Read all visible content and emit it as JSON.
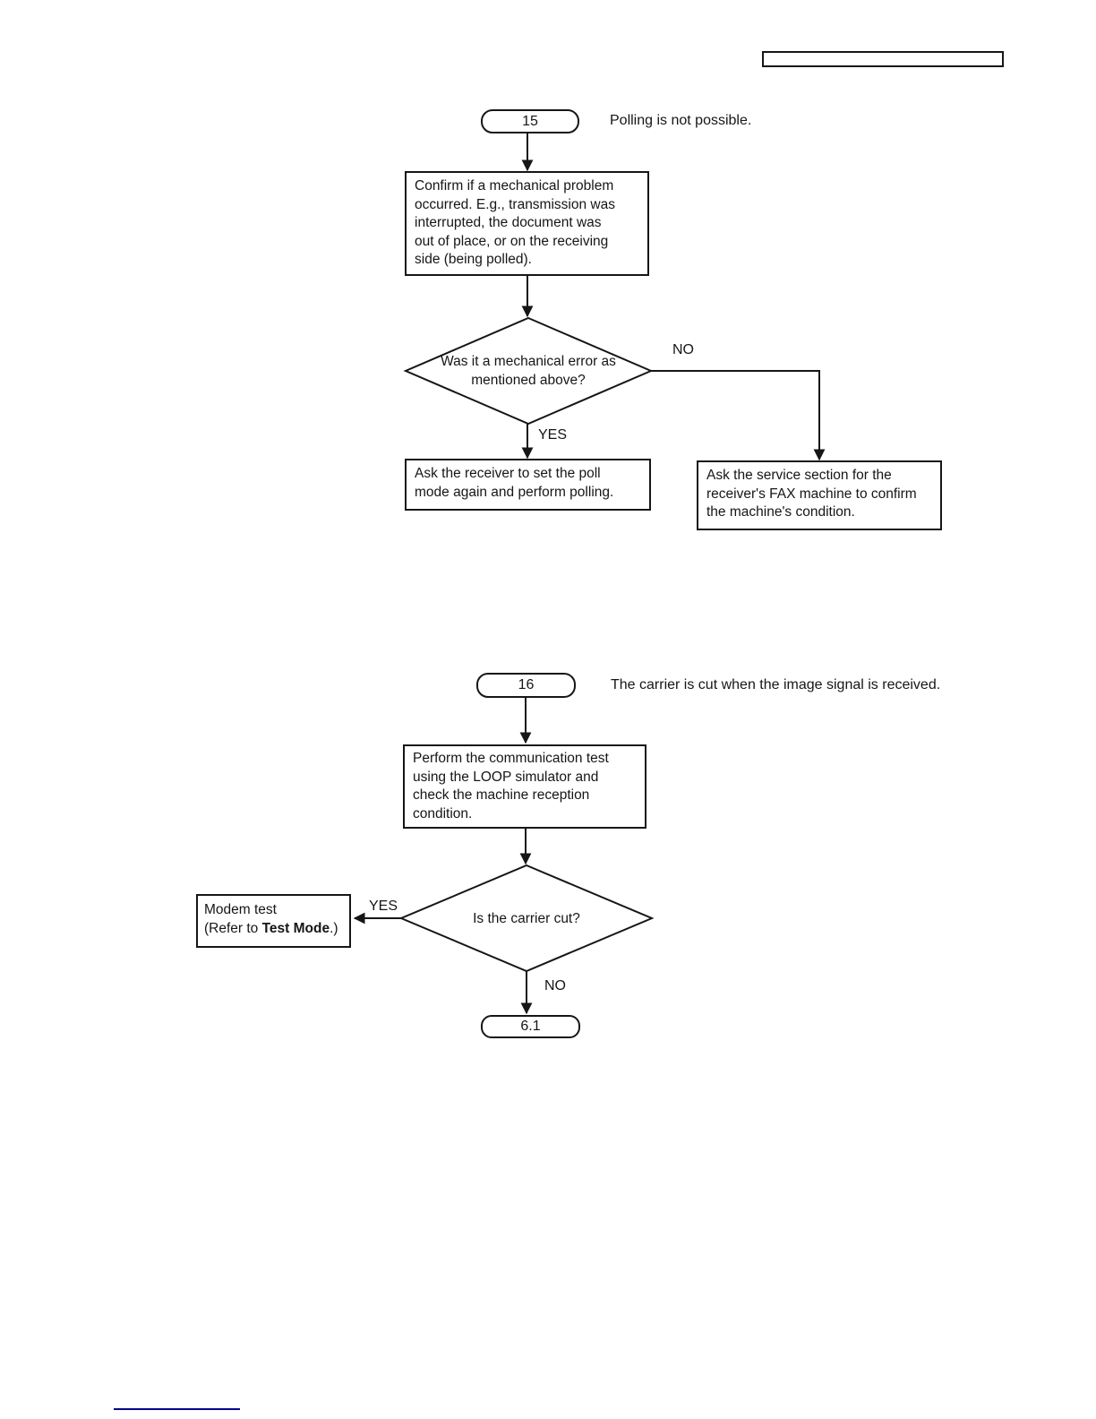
{
  "chart15": {
    "node_id": "15",
    "caption": "Polling is not possible.",
    "process1_lines": [
      "Confirm if a mechanical problem",
      "occurred. E.g., transmission was",
      "interrupted, the document was",
      "out of place, or on the receiving",
      "side (being polled)."
    ],
    "decision_lines": [
      "Was it a mechanical error as",
      "mentioned above?"
    ],
    "yes_label": "YES",
    "no_label": "NO",
    "yes_box_lines": [
      "Ask the receiver to set the poll",
      "mode again and perform polling."
    ],
    "no_box_lines": [
      "Ask the service section for the",
      "receiver's FAX machine to confirm",
      "the machine's condition."
    ]
  },
  "chart16": {
    "node_id": "16",
    "caption": "The carrier is cut when the image signal is received.",
    "process1_lines": [
      "Perform the communication test",
      "using the LOOP simulator and",
      "check the machine reception",
      "condition."
    ],
    "decision": "Is the carrier cut?",
    "yes_label": "YES",
    "no_label": "NO",
    "modem_box": {
      "line1": "Modem test",
      "line2_prefix": "(Refer to ",
      "line2_bold": "Test Mode",
      "line2_suffix": ".)"
    },
    "exit_node": "6.1"
  },
  "colors": {
    "line": "#161616",
    "rule": "#00008b"
  }
}
